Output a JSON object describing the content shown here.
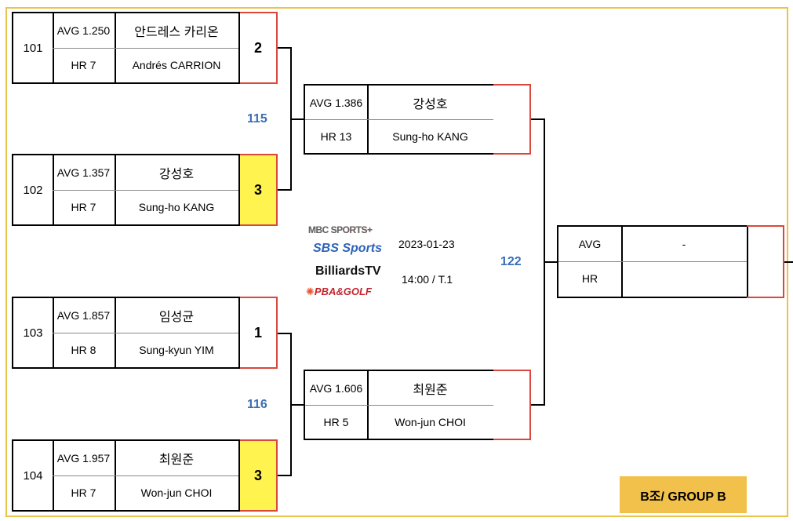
{
  "round1": [
    {
      "seed": "101",
      "avg": "AVG 1.250",
      "hr": "HR 7",
      "name_kr": "안드레스 카리온",
      "name_en": "Andrés CARRION",
      "score": "2",
      "win": false
    },
    {
      "seed": "102",
      "avg": "AVG 1.357",
      "hr": "HR 7",
      "name_kr": "강성호",
      "name_en": "Sung-ho KANG",
      "score": "3",
      "win": true
    },
    {
      "seed": "103",
      "avg": "AVG 1.857",
      "hr": "HR 8",
      "name_kr": "임성균",
      "name_en": "Sung-kyun YIM",
      "score": "1",
      "win": false
    },
    {
      "seed": "104",
      "avg": "AVG 1.957",
      "hr": "HR 7",
      "name_kr": "최원준",
      "name_en": "Won-jun CHOI",
      "score": "3",
      "win": true
    }
  ],
  "round2": [
    {
      "avg": "AVG 1.386",
      "hr": "HR 13",
      "name_kr": "강성호",
      "name_en": "Sung-ho KANG",
      "score": ""
    },
    {
      "avg": "AVG 1.606",
      "hr": "HR 5",
      "name_kr": "최원준",
      "name_en": "Won-jun CHOI",
      "score": ""
    }
  ],
  "final": {
    "avg_label": "AVG",
    "hr_label": "HR",
    "name": "-",
    "hr_value": "",
    "score": ""
  },
  "match_numbers": {
    "m115": "115",
    "m116": "116",
    "m122": "122"
  },
  "info": {
    "date": "2023-01-23",
    "time": "14:00 / T.1"
  },
  "logos": {
    "mbc": "MBC SPORTS+",
    "sbs": "SBS Sports",
    "billiards": "BilliardsTV",
    "pba": "PBA&GOLF"
  },
  "group_label": "B조/ GROUP B",
  "colors": {
    "frame": "#e9c44a",
    "winner_fill": "#fff44f",
    "score_border": "#d9483b",
    "match_number": "#3a6fb5",
    "group_bg": "#f2c14b"
  }
}
